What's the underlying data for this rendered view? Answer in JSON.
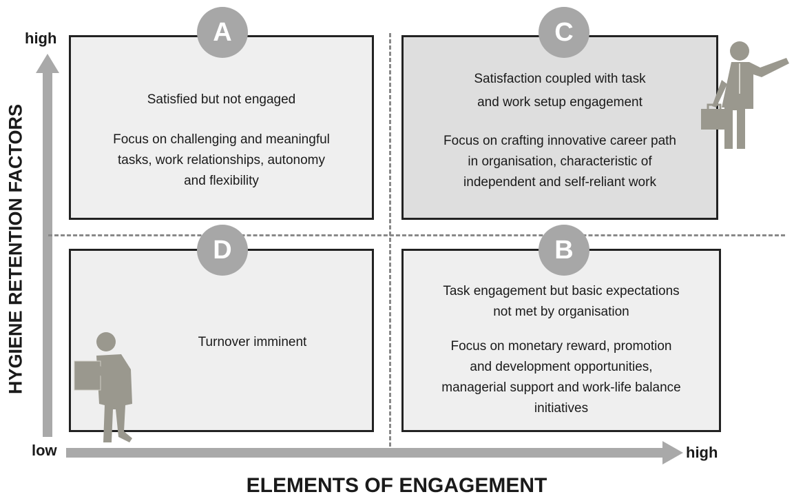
{
  "axes": {
    "y_title": "HYGIENE RETENTION FACTORS",
    "x_title": "ELEMENTS OF ENGAGEMENT",
    "y_high": "high",
    "origin": "low",
    "x_high": "high"
  },
  "quadrants": {
    "a": {
      "letter": "A",
      "line1": "Satisfied but not engaged",
      "focus1": "Focus on challenging and meaningful",
      "focus2": "tasks, work relationships, autonomy",
      "focus3": "and flexibility"
    },
    "c": {
      "letter": "C",
      "line1": "Satisfaction coupled with task",
      "line2": "and work setup engagement",
      "focus1": "Focus on crafting innovative  career path",
      "focus2": "in organisation, characteristic of",
      "focus3": "independent and self-reliant work"
    },
    "d": {
      "letter": "D",
      "line1": "Turnover  imminent"
    },
    "b": {
      "letter": "B",
      "line1": "Task engagement  but basic expectations",
      "line2": "not met by organisation",
      "focus1": "Focus on monetary reward, promotion",
      "focus2": "and development  opportunities,",
      "focus3": "managerial support and work-life balance",
      "focus4": "initiatives"
    }
  },
  "icons": {
    "top_right": "businessman-pointing-icon",
    "bottom_left": "person-carrying-box-icon"
  },
  "colors": {
    "badge": "#a7a7a7",
    "axis_arrow": "#a9a9a9",
    "quadrant_fill": "#efefef",
    "quadrant_c_fill": "#dedede",
    "figure": "#9a988e"
  }
}
